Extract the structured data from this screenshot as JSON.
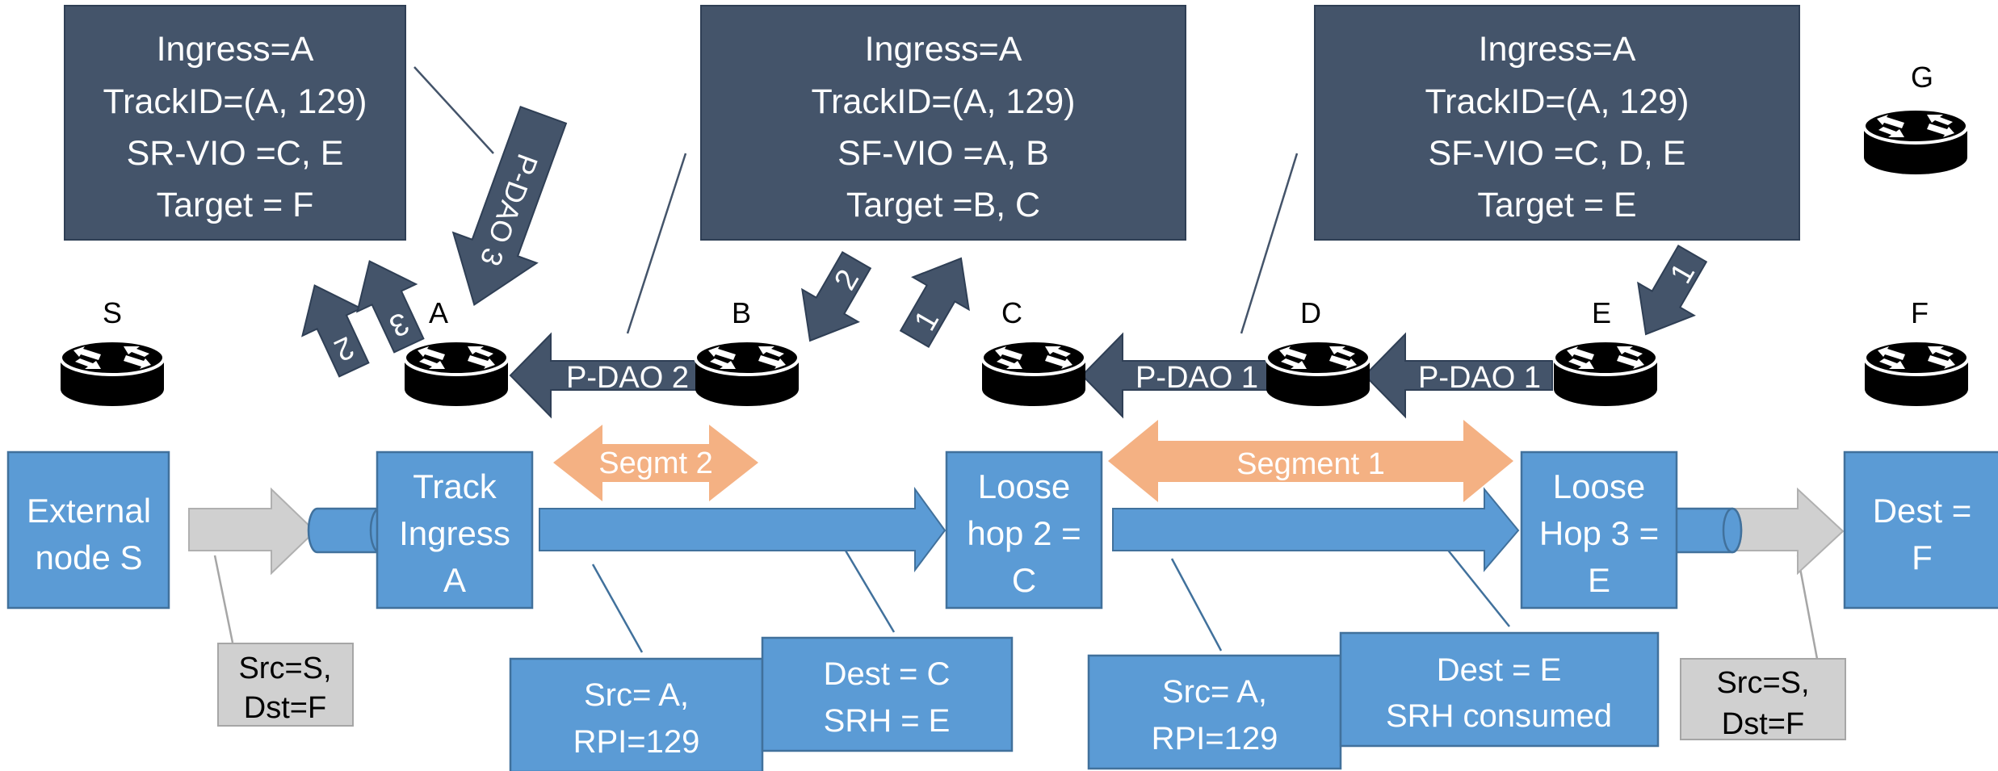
{
  "colors": {
    "dark_box": "#44546a",
    "blue_box": "#5b9bd5",
    "blue_border": "#41719c",
    "segment_arrow": "#f4b183",
    "gray_box": "#d0d0d0",
    "router": "#000000"
  },
  "info_boxes": {
    "a": [
      "Ingress=A",
      "TrackID=(A, 129)",
      "SR-VIO =C, E",
      "Target = F"
    ],
    "b": [
      "Ingress=A",
      "TrackID=(A, 129)",
      "SF-VIO =A, B",
      "Target =B, C"
    ],
    "c": [
      "Ingress=A",
      "TrackID=(A, 129)",
      "SF-VIO =C, D, E",
      "Target = E"
    ]
  },
  "routers": {
    "s": "S",
    "a": "A",
    "b": "B",
    "c": "C",
    "d": "D",
    "e": "E",
    "f": "F",
    "g": "G"
  },
  "icons": {
    "router": "router-icon"
  },
  "pdao_arrows": {
    "ba": "P-DAO 2",
    "dc": "P-DAO 1",
    "ed": "P-DAO 1",
    "to_a": "P-DAO 3"
  },
  "step_arrows": {
    "a_left": "2",
    "a_right": "3",
    "b": "2",
    "c": "1",
    "e": "1"
  },
  "segments": {
    "seg2": "Segmt 2",
    "seg1": "Segment 1"
  },
  "nodes": {
    "external": [
      "External",
      "node S"
    ],
    "ingress": [
      "Track",
      "Ingress",
      "A"
    ],
    "loose2": [
      "Loose",
      "hop 2 =",
      "C"
    ],
    "loose3": [
      "Loose",
      "Hop 3 =",
      "E"
    ],
    "dest": [
      "Dest =",
      "F"
    ]
  },
  "headers": {
    "src_left": [
      "Src=S,",
      "Dst=F"
    ],
    "src_right": [
      "Src=S,",
      "Dst=F"
    ],
    "seg2_src": [
      "Src= A,",
      "RPI=129"
    ],
    "seg2_dest": [
      "Dest = C",
      "SRH = E"
    ],
    "seg1_src": [
      "Src= A,",
      "RPI=129"
    ],
    "seg1_dest": [
      "Dest =  E",
      "SRH consumed"
    ]
  }
}
